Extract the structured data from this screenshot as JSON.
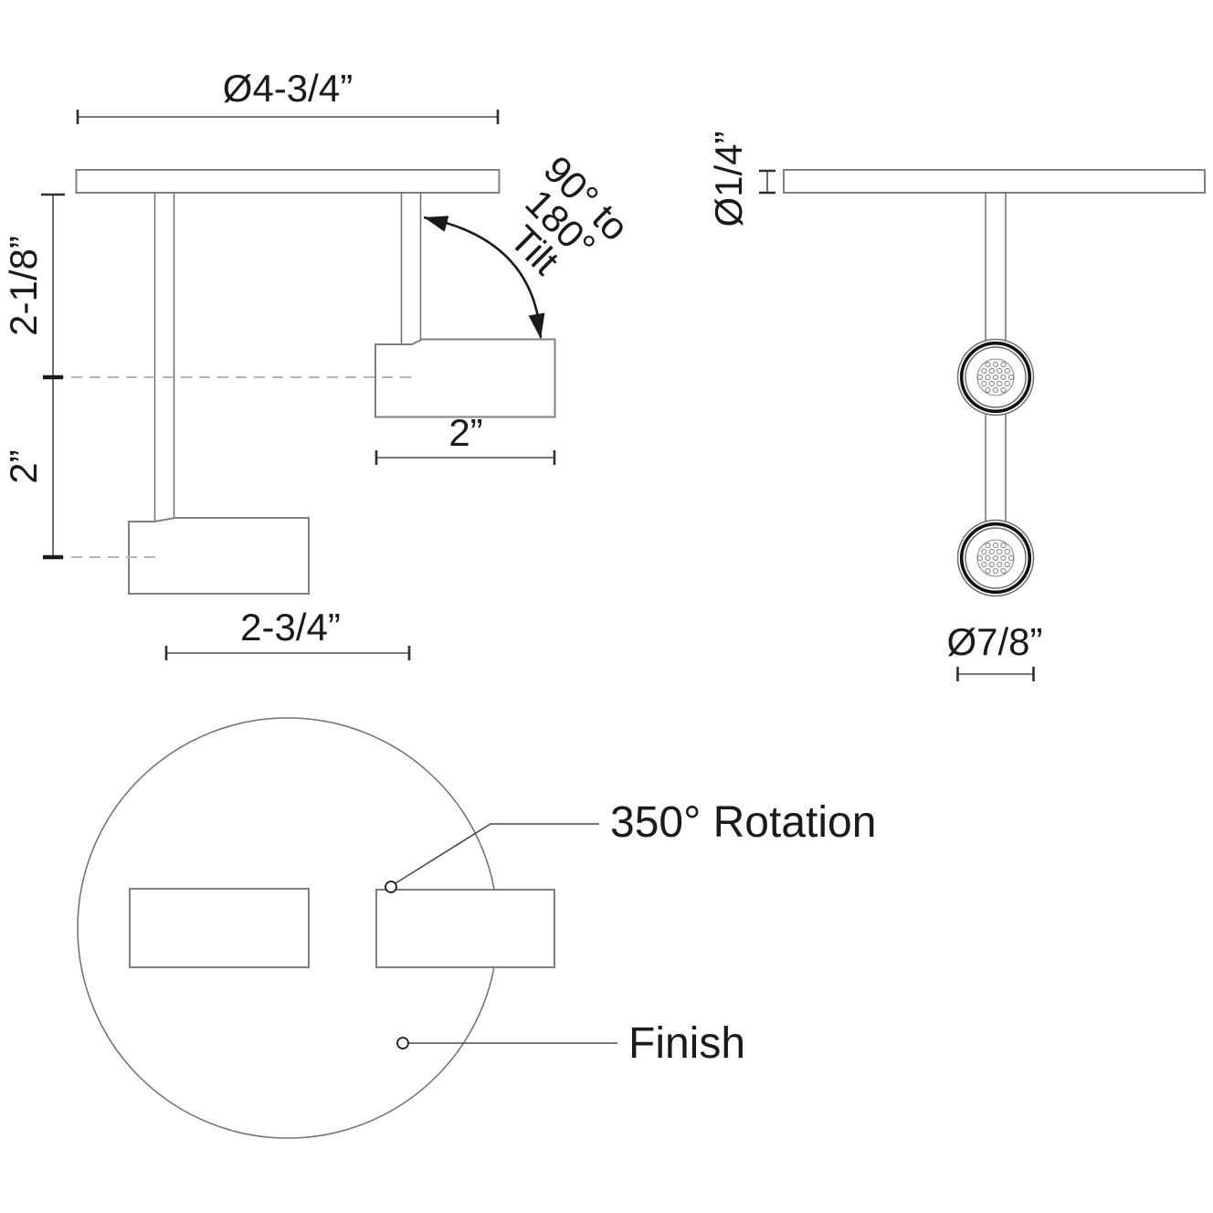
{
  "views": {
    "front": {
      "labels": {
        "canopy_diameter": "Ø4-3/4”",
        "height_to_upper_head_center": "2-1/8”",
        "height_between_head_centers": "2”",
        "upper_head_length": "2”",
        "lower_head_length": "2-3/4”",
        "tilt_range_line1": "90° to",
        "tilt_range_line2": "180°",
        "tilt_range_line3": "Tilt"
      }
    },
    "side": {
      "labels": {
        "canopy_thickness": "Ø1/4”",
        "head_diameter": "Ø7/8”"
      }
    },
    "top": {
      "labels": {
        "rotation": "350° Rotation",
        "finish": "Finish"
      }
    }
  },
  "colors": {
    "background": "#ffffff",
    "drawing_line": "#808080",
    "dimension_ink": "#1a1a1a",
    "centerline": "#b5b5b5"
  }
}
